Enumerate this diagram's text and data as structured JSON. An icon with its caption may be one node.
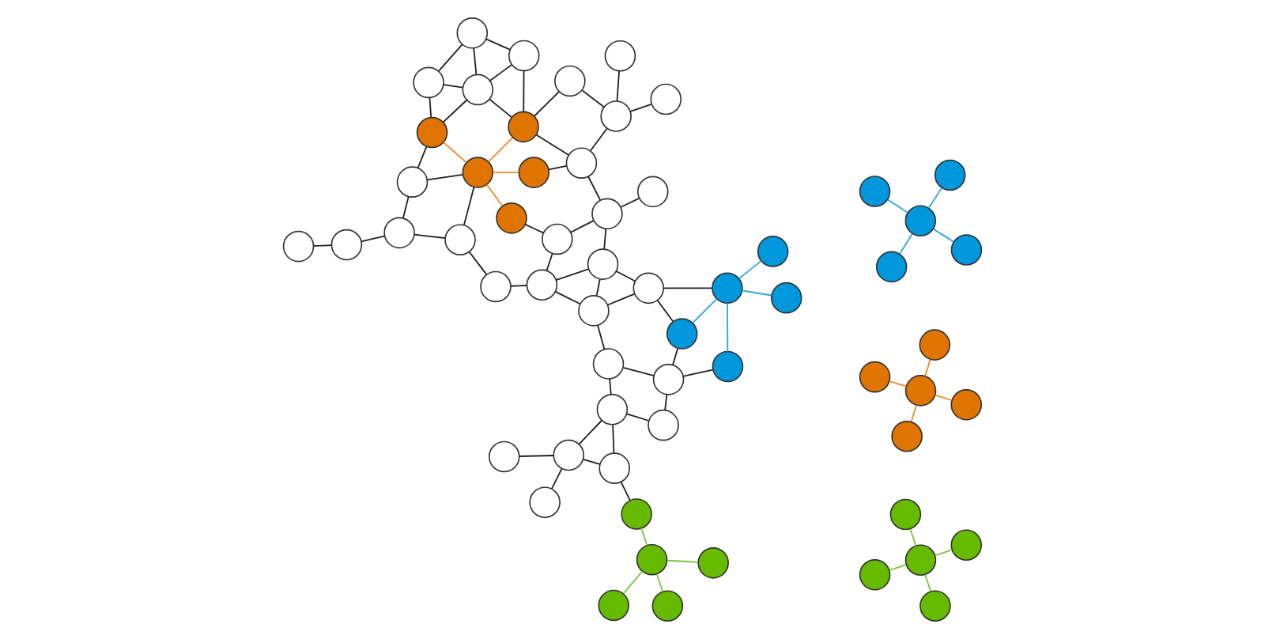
{
  "diagram": {
    "nodes": [
      {
        "text": [],
        "shape": "circle"
      },
      {
        "text": [],
        "shape": "circle"
      },
      {
        "text": [],
        "shape": "circle"
      },
      {
        "text": [],
        "shape": "circle"
      },
      {
        "text": [],
        "shape": "circle"
      },
      {
        "text": [],
        "shape": "circle"
      },
      {
        "text": [],
        "shape": "circle"
      },
      {
        "text": [],
        "shape": "circle"
      },
      {
        "text": [],
        "shape": "circle"
      },
      {
        "text": [],
        "shape": "circle"
      },
      {
        "text": [],
        "shape": "circle"
      },
      {
        "text": [],
        "shape": "circle"
      },
      {
        "text": [],
        "shape": "circle"
      },
      {
        "text": [],
        "shape": "circle"
      },
      {
        "text": [],
        "shape": "circle"
      },
      {
        "text": [],
        "shape": "circle"
      },
      {
        "text": [],
        "shape": "circle"
      },
      {
        "text": [],
        "shape": "circle"
      },
      {
        "text": [],
        "shape": "circle"
      },
      {
        "text": [],
        "shape": "circle"
      },
      {
        "text": [],
        "shape": "circle"
      },
      {
        "text": [],
        "shape": "circle"
      },
      {
        "text": [],
        "shape": "circle"
      },
      {
        "text": [],
        "shape": "circle"
      },
      {
        "text": [],
        "shape": "circle"
      },
      {
        "text": [],
        "shape": "circle"
      },
      {
        "text": [],
        "shape": "circle"
      },
      {
        "text": [],
        "shape": "circle"
      },
      {
        "text": [],
        "shape": "circle"
      },
      {
        "text": [],
        "shape": "circle"
      },
      {
        "text": [],
        "shape": "circle"
      },
      {
        "text": [],
        "shape": "circle"
      },
      {
        "text": [],
        "shape": "circle"
      },
      {
        "text": [],
        "shape": "circle"
      },
      {
        "text": [],
        "shape": "circle"
      },
      {
        "text": [],
        "shape": "circle"
      },
      {
        "text": [],
        "shape": "circle"
      },
      {
        "text": [],
        "shape": "circle"
      },
      {
        "text": [],
        "shape": "circle"
      },
      {
        "text": [],
        "shape": "circle"
      },
      {
        "text": [],
        "shape": "circle"
      },
      {
        "text": [],
        "shape": "circle"
      },
      {
        "text": [],
        "shape": "circle"
      },
      {
        "text": [],
        "shape": "circle"
      },
      {
        "text": [],
        "shape": "circle"
      },
      {
        "text": [],
        "shape": "circle"
      },
      {
        "text": [],
        "shape": "circle"
      },
      {
        "text": [],
        "shape": "circle"
      },
      {
        "text": [],
        "shape": "circle"
      },
      {
        "text": [],
        "shape": "circle"
      },
      {
        "text": [],
        "shape": "circle"
      },
      {
        "text": [],
        "shape": "circle"
      },
      {
        "text": [],
        "shape": "circle"
      },
      {
        "text": [],
        "shape": "circle"
      },
      {
        "text": [],
        "shape": "circle"
      },
      {
        "text": [],
        "shape": "circle"
      },
      {
        "text": [],
        "shape": "circle"
      },
      {
        "text": [],
        "shape": "circle"
      },
      {
        "text": [],
        "shape": "circle"
      },
      {
        "text": [],
        "shape": "circle"
      }
    ],
    "edges": [
      {
        "from": 7,
        "to": 0,
        "arrow": "none",
        "color": "#29a6e0"
      },
      {
        "from": 7,
        "to": 4,
        "arrow": "none",
        "color": "#29a6e0"
      },
      {
        "from": 7,
        "to": 5,
        "arrow": "none",
        "color": "#29a6e0"
      },
      {
        "from": 7,
        "to": 12,
        "arrow": "none",
        "color": "#29a6e0"
      },
      {
        "from": 4,
        "to": 13,
        "arrow": "none"
      },
      {
        "from": 8,
        "to": 13,
        "arrow": "none"
      },
      {
        "from": 8,
        "to": 35,
        "arrow": "none"
      },
      {
        "from": 13,
        "to": 12,
        "arrow": "none"
      },
      {
        "from": 12,
        "to": 14,
        "arrow": "none"
      },
      {
        "from": 7,
        "to": 14,
        "arrow": "none"
      },
      {
        "from": 13,
        "to": 26,
        "arrow": "none"
      },
      {
        "from": 14,
        "to": 23,
        "arrow": "none"
      },
      {
        "from": 14,
        "to": 24,
        "arrow": "none"
      },
      {
        "from": 23,
        "to": 26,
        "arrow": "none"
      },
      {
        "from": 23,
        "to": 24,
        "arrow": "none"
      },
      {
        "from": 23,
        "to": 29,
        "arrow": "none"
      },
      {
        "from": 24,
        "to": 29,
        "arrow": "none"
      },
      {
        "from": 26,
        "to": 35,
        "arrow": "none"
      },
      {
        "from": 35,
        "to": 31,
        "arrow": "none"
      },
      {
        "from": 35,
        "to": 41,
        "arrow": "none"
      },
      {
        "from": 31,
        "to": 32,
        "arrow": "none"
      },
      {
        "from": 31,
        "to": 38,
        "arrow": "none"
      },
      {
        "from": 31,
        "to": 41,
        "arrow": "none"
      },
      {
        "from": 41,
        "to": 39,
        "arrow": "none"
      },
      {
        "from": 29,
        "to": 25,
        "arrow": "none"
      },
      {
        "from": 29,
        "to": 34,
        "arrow": "none"
      },
      {
        "from": 34,
        "to": 30,
        "arrow": "none"
      },
      {
        "from": 24,
        "to": 18,
        "arrow": "none"
      },
      {
        "from": 16,
        "to": 18,
        "arrow": "none"
      },
      {
        "from": 18,
        "to": 25,
        "arrow": "none"
      },
      {
        "from": 18,
        "to": 9,
        "arrow": "none"
      },
      {
        "from": 25,
        "to": 20,
        "arrow": "none"
      },
      {
        "from": 3,
        "to": 2,
        "arrow": "none"
      },
      {
        "from": 2,
        "to": 1,
        "arrow": "none"
      },
      {
        "from": 2,
        "to": 6,
        "arrow": "none"
      },
      {
        "from": 2,
        "to": 9,
        "arrow": "none"
      },
      {
        "from": 1,
        "to": 10,
        "arrow": "none"
      },
      {
        "from": 9,
        "to": 10,
        "arrow": "none"
      },
      {
        "from": 9,
        "to": 15,
        "arrow": "none"
      },
      {
        "from": 15,
        "to": 22,
        "arrow": "none",
        "color": "#ef8a2a"
      },
      {
        "from": 20,
        "to": 22,
        "arrow": "none",
        "color": "#ef8a2a"
      },
      {
        "from": 10,
        "to": 22,
        "arrow": "none",
        "color": "#ef8a2a"
      },
      {
        "from": 22,
        "to": 21,
        "arrow": "none",
        "color": "#ef8a2a"
      },
      {
        "from": 10,
        "to": 11,
        "arrow": "none"
      },
      {
        "from": 10,
        "to": 17,
        "arrow": "none"
      },
      {
        "from": 11,
        "to": 17,
        "arrow": "none"
      },
      {
        "from": 11,
        "to": 19,
        "arrow": "none"
      },
      {
        "from": 17,
        "to": 19,
        "arrow": "none"
      },
      {
        "from": 17,
        "to": 27,
        "arrow": "none"
      },
      {
        "from": 19,
        "to": 27,
        "arrow": "none"
      },
      {
        "from": 17,
        "to": 21,
        "arrow": "none"
      },
      {
        "from": 21,
        "to": 27,
        "arrow": "none"
      },
      {
        "from": 21,
        "to": 28,
        "arrow": "none"
      },
      {
        "from": 22,
        "to": 28,
        "arrow": "none"
      },
      {
        "from": 22,
        "to": 30,
        "arrow": "none"
      },
      {
        "from": 28,
        "to": 33,
        "arrow": "none"
      },
      {
        "from": 30,
        "to": 33,
        "arrow": "none"
      },
      {
        "from": 33,
        "to": 37,
        "arrow": "none"
      },
      {
        "from": 37,
        "to": 42,
        "arrow": "none"
      },
      {
        "from": 39,
        "to": 40,
        "arrow": "none",
        "color": "#7cc43a"
      },
      {
        "from": 36,
        "to": 40,
        "arrow": "none",
        "color": "#7cc43a"
      },
      {
        "from": 40,
        "to": 43,
        "arrow": "none",
        "color": "#7cc43a"
      },
      {
        "from": 40,
        "to": 44,
        "arrow": "none",
        "color": "#7cc43a"
      },
      {
        "from": 48,
        "to": 45,
        "arrow": "none",
        "color": "#29a6e0"
      },
      {
        "from": 48,
        "to": 46,
        "arrow": "none",
        "color": "#29a6e0"
      },
      {
        "from": 48,
        "to": 47,
        "arrow": "none",
        "color": "#29a6e0"
      },
      {
        "from": 48,
        "to": 49,
        "arrow": "none",
        "color": "#29a6e0"
      },
      {
        "from": 54,
        "to": 50,
        "arrow": "none",
        "color": "#ef8a2a"
      },
      {
        "from": 54,
        "to": 51,
        "arrow": "none",
        "color": "#ef8a2a"
      },
      {
        "from": 54,
        "to": 52,
        "arrow": "none",
        "color": "#ef8a2a"
      },
      {
        "from": 54,
        "to": 53,
        "arrow": "none",
        "color": "#ef8a2a"
      },
      {
        "from": 57,
        "to": 55,
        "arrow": "none",
        "color": "#7cc43a"
      },
      {
        "from": 57,
        "to": 56,
        "arrow": "none",
        "color": "#7cc43a"
      },
      {
        "from": 57,
        "to": 58,
        "arrow": "none",
        "color": "#7cc43a"
      },
      {
        "from": 57,
        "to": 59,
        "arrow": "none",
        "color": "#7cc43a"
      }
    ]
  }
}
